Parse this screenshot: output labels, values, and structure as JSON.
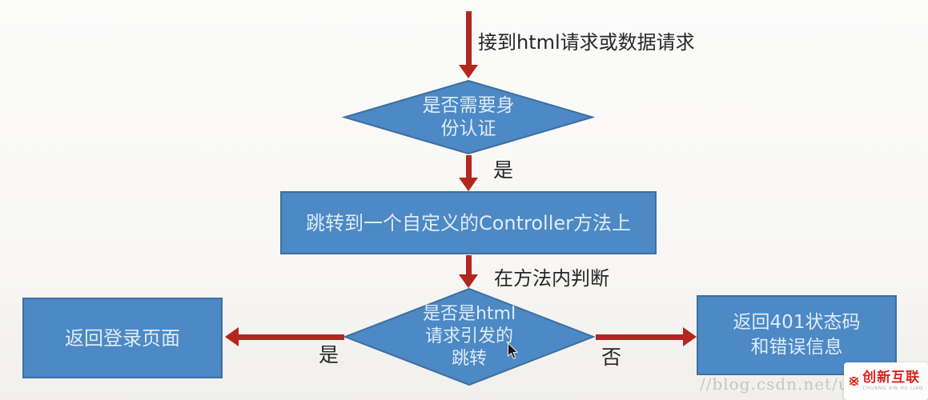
{
  "colors": {
    "node_fill": "#4c89c5",
    "node_border": "#3e6fa0",
    "node_text": "#dfecf8",
    "arrow_red": "#b3271e",
    "label_text": "#262626",
    "watermark_gray": "#c7c6c3",
    "logo_red": "#d7261d",
    "background": "#f8f7f5"
  },
  "flow": {
    "start_annotation": "接到html请求或数据请求",
    "decision_auth": {
      "lines": [
        "是否需要身",
        "份认证"
      ]
    },
    "edge_auth_yes": "是",
    "process_controller": "跳转到一个自定义的Controller方法上",
    "edge_judge": "在方法内判断",
    "decision_html": {
      "lines": [
        "是否是html",
        "请求引发的",
        "跳转"
      ]
    },
    "edge_html_yes": "是",
    "edge_html_no": "否",
    "result_login": "返回登录页面",
    "result_401": {
      "lines": [
        "返回401状态码",
        "和错误信息"
      ]
    }
  },
  "watermark": {
    "text": "//blog.csdn.net/u"
  },
  "logo": {
    "title": "创新互联",
    "subtitle": "CHUANG XIN HU LIAN"
  }
}
